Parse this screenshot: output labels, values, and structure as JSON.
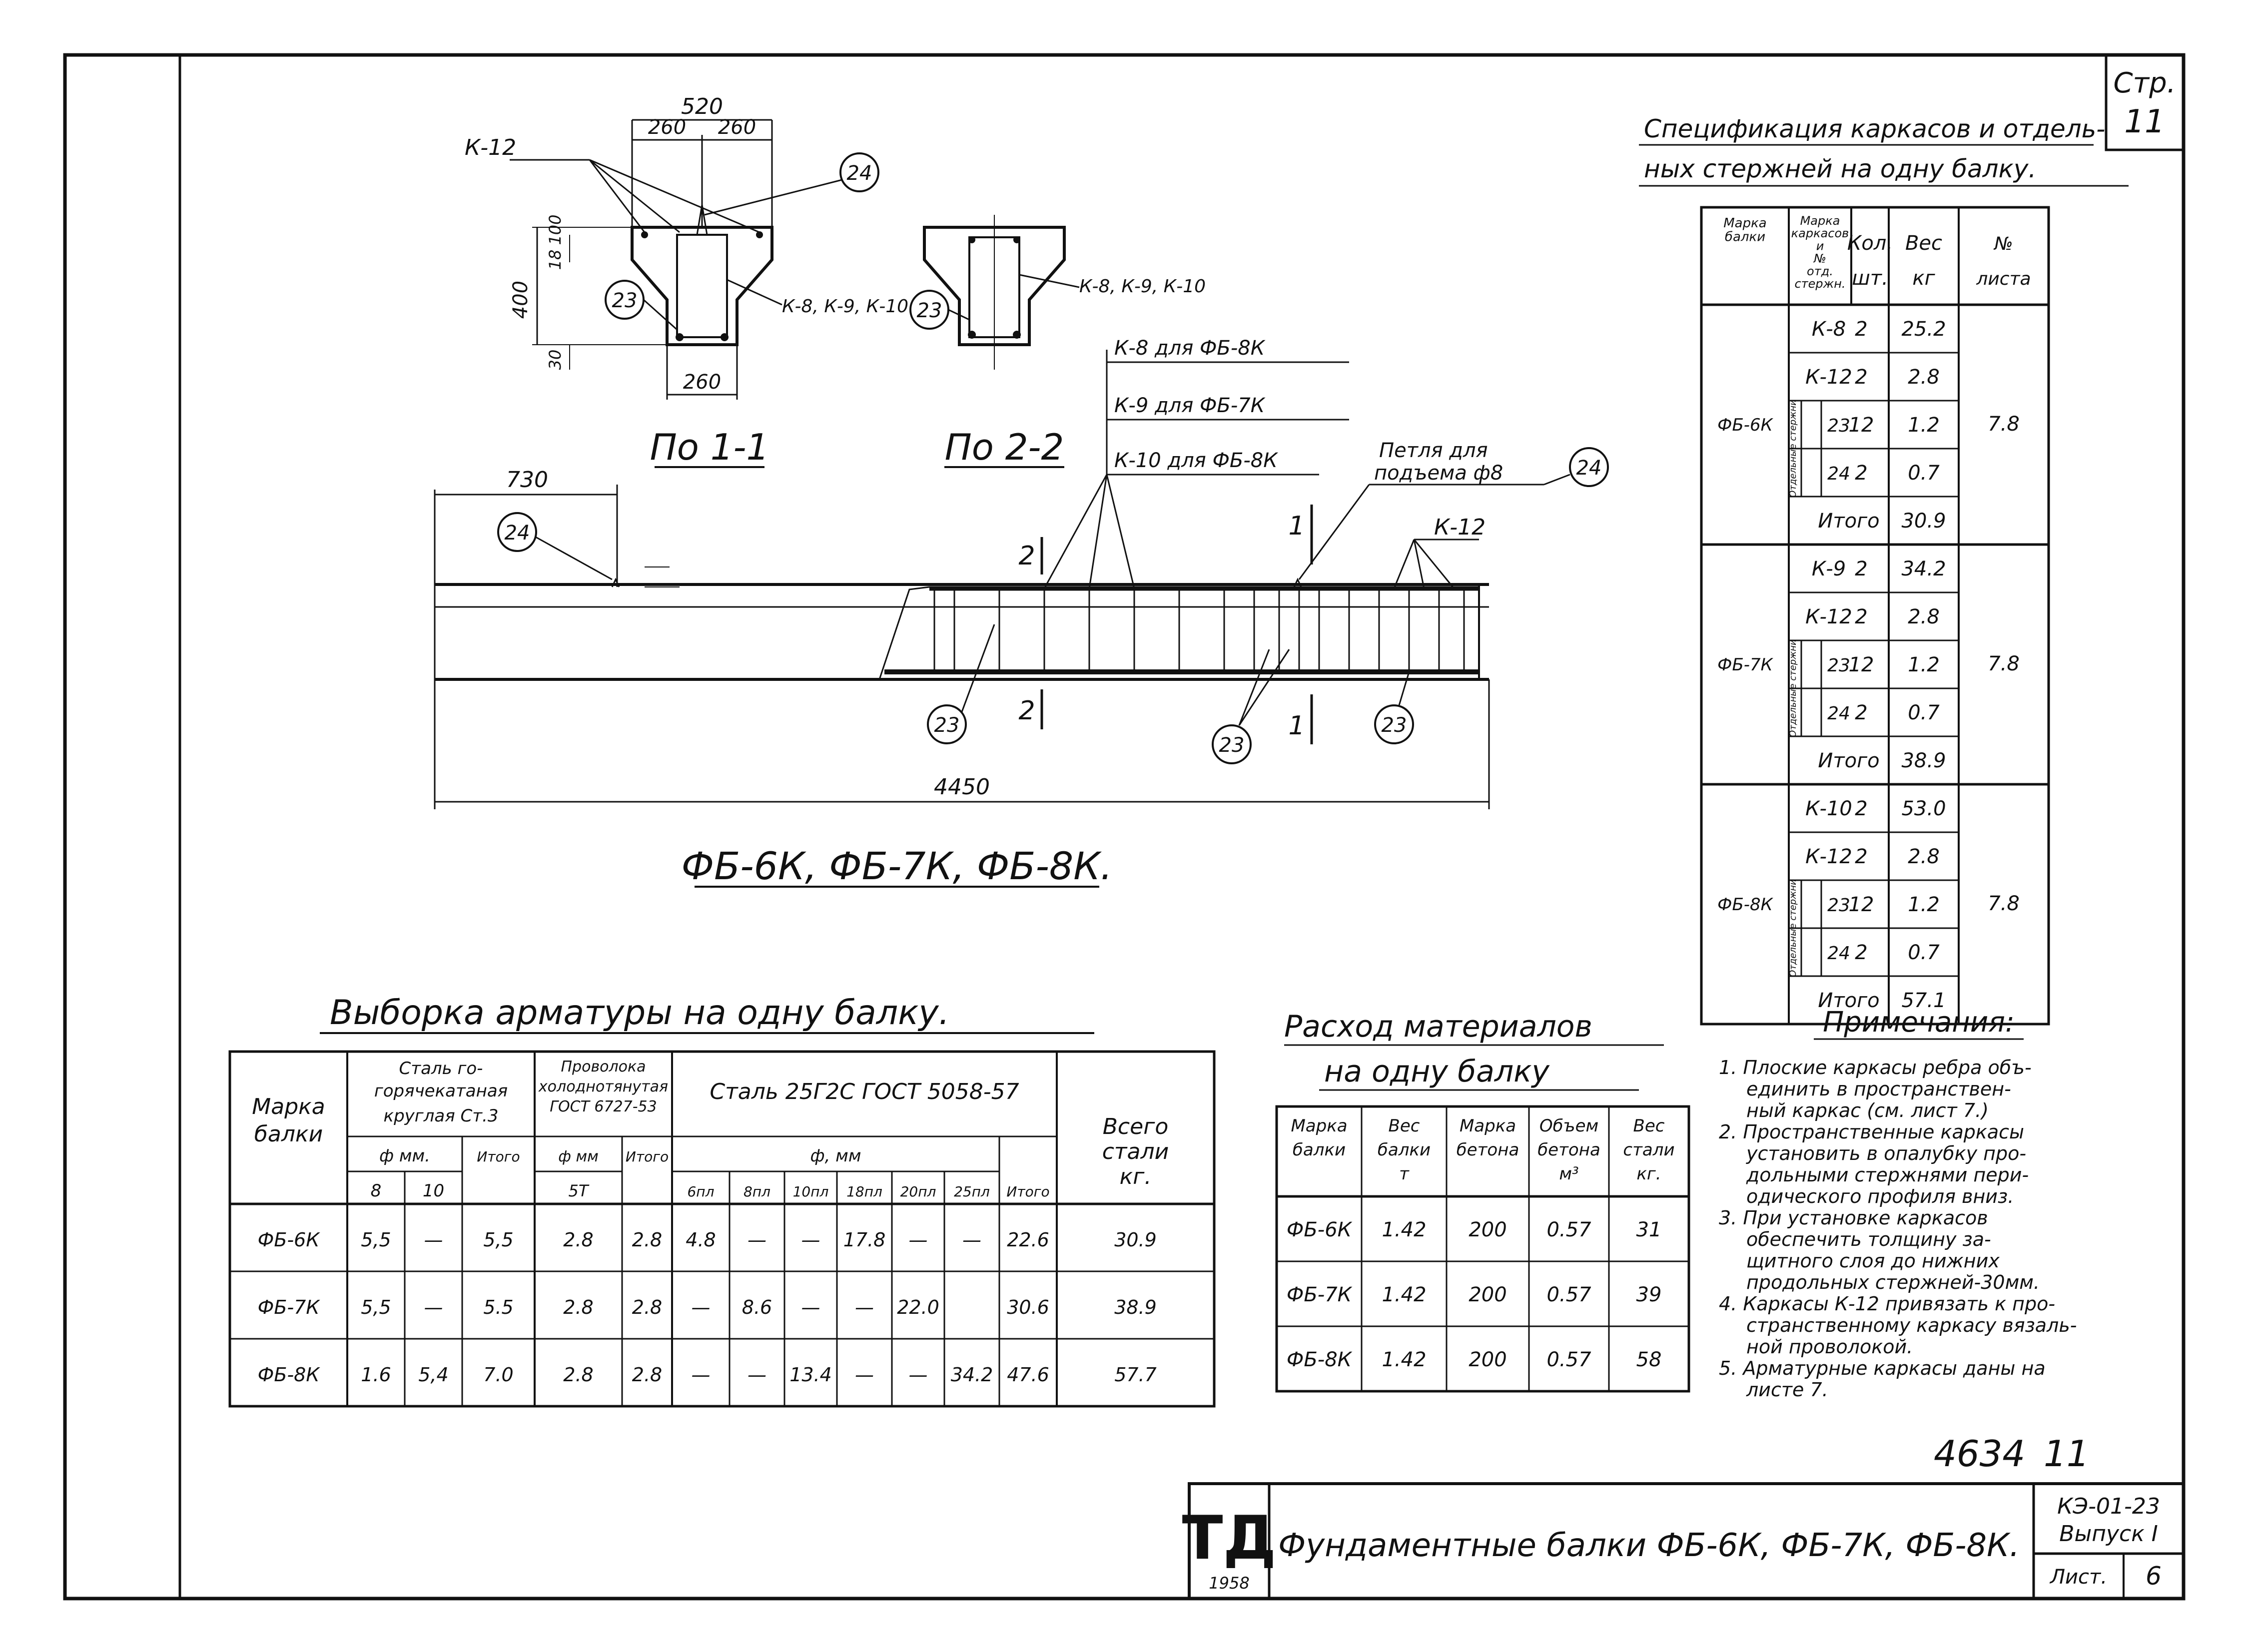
{
  "sheet_no": {
    "label": "Стр.",
    "value": "11"
  },
  "section_1": "По 1-1",
  "section_2": "По 2-2",
  "section_labels": {
    "top_width": "520",
    "half_left": "260",
    "half_right": "260",
    "bottom_width": "260",
    "height": "400",
    "dim_18": "18",
    "dim_100": "100",
    "dim_30": "30",
    "k12": "К-12",
    "k_group": "К-8, К-9, К-10",
    "k_group2": "К-8, К-9, К-10",
    "pos23": "23",
    "pos24": "24",
    "pos23b": "23"
  },
  "elevation": {
    "k8_note": "К-8 для ФБ-8К",
    "k9_note": "К-9 для ФБ-7К",
    "k10_note": "К-10 для ФБ-8К",
    "loop_note_1": "Петля для",
    "loop_note_2": "подъема ф8",
    "k12": "К-12",
    "dim_730": "730",
    "dim_4450": "4450",
    "cut1_a": "1",
    "cut1_b": "1",
    "cut2_a": "2",
    "cut2_b": "2",
    "pos24a": "24",
    "pos24b": "24",
    "pos23a": "23",
    "pos23b": "23",
    "pos23c": "23"
  },
  "title_beams": "ФБ-6К, ФБ-7К, ФБ-8К.",
  "spec": {
    "title_1": "Спецификация каркасов и отдель-",
    "title_2": "ных стержней на одну балку.",
    "headers": [
      "Марка балки",
      "Марка каркасов и № отд. стержн.",
      "Кол. шт.",
      "Вес кг",
      "№ листа"
    ],
    "side_label": "Отдельные стержни",
    "groups": [
      {
        "beam": "ФБ-6К",
        "sheet": "7.8",
        "rows": [
          [
            "К-8",
            "2",
            "25.2"
          ],
          [
            "К-12",
            "2",
            "2.8"
          ],
          [
            "23",
            "12",
            "1.2"
          ],
          [
            "24",
            "2",
            "0.7"
          ]
        ],
        "total_label": "Итого",
        "total": "30.9"
      },
      {
        "beam": "ФБ-7К",
        "sheet": "7.8",
        "rows": [
          [
            "К-9",
            "2",
            "34.2"
          ],
          [
            "К-12",
            "2",
            "2.8"
          ],
          [
            "23",
            "12",
            "1.2"
          ],
          [
            "24",
            "2",
            "0.7"
          ]
        ],
        "total_label": "Итого",
        "total": "38.9"
      },
      {
        "beam": "ФБ-8К",
        "sheet": "7.8",
        "rows": [
          [
            "К-10",
            "2",
            "53.0"
          ],
          [
            "К-12",
            "2",
            "2.8"
          ],
          [
            "23",
            "12",
            "1.2"
          ],
          [
            "24",
            "2",
            "0.7"
          ]
        ],
        "total_label": "Итого",
        "total": "57.1"
      }
    ]
  },
  "rebar": {
    "title": "Выборка арматуры на одну балку.",
    "h_mark": "Марка балки",
    "h_st3": "Сталь горячекатаная круглая Ст.3",
    "h_wire": "Проволока холоднотянутая ГОСТ 6727-53",
    "h_25g": "Сталь 25Г2С ГОСТ 5058-57",
    "h_total": "Всего стали кг.",
    "h_phi_mm": "ф мм.",
    "h_phi_mm2": "ф мм",
    "h_phi_mm3": "ф, мм",
    "h_itogo": "Итого",
    "sub_st3": [
      "8",
      "10"
    ],
    "sub_wire": "5Т",
    "sub_25g": [
      "6пл",
      "8пл",
      "10пл",
      "18пл",
      "20пл",
      "25пл"
    ],
    "rows": [
      [
        "ФБ-6К",
        "5,5",
        "—",
        "5,5",
        "2.8",
        "2.8",
        "4.8",
        "—",
        "—",
        "17.8",
        "—",
        "—",
        "22.6",
        "30.9"
      ],
      [
        "ФБ-7К",
        "5,5",
        "—",
        "5.5",
        "2.8",
        "2.8",
        "—",
        "8.6",
        "—",
        "—",
        "22.0",
        "",
        "30.6",
        "38.9"
      ],
      [
        "ФБ-8К",
        "1.6",
        "5,4",
        "7.0",
        "2.8",
        "2.8",
        "—",
        "—",
        "13.4",
        "—",
        "—",
        "34.2",
        "47.6",
        "57.7"
      ]
    ]
  },
  "materials": {
    "title_1": "Расход материалов",
    "title_2": "на одну балку",
    "headers": [
      "Марка балки",
      "Вес балки т",
      "Марка бетона",
      "Объем бетона м³",
      "Вес стали кг."
    ],
    "rows": [
      [
        "ФБ-6К",
        "1.42",
        "200",
        "0.57",
        "31"
      ],
      [
        "ФБ-7К",
        "1.42",
        "200",
        "0.57",
        "39"
      ],
      [
        "ФБ-8К",
        "1.42",
        "200",
        "0.57",
        "58"
      ]
    ]
  },
  "notes": {
    "title": "Примечания:",
    "lines": [
      "1. Плоские каркасы ребра объ-",
      "единить в пространствен-",
      "ный каркас (см. лист 7.)",
      "2. Пространственные каркасы",
      "установить в опалубку про-",
      "дольными стержнями пери-",
      "одического профиля вниз.",
      "3. При установке каркасов",
      "обеспечить толщину за-",
      "щитного слоя до нижних",
      "продольных стержней-30мм.",
      "4. Каркасы К-12 привязать к про-",
      "странственному каркасу вязаль-",
      "ной проволокой.",
      "5. Арматурные каркасы даны на",
      "листе 7."
    ]
  },
  "stamp": {
    "logo": "ТД",
    "year": "1958",
    "title": "Фундаментные балки ФБ-6К, ФБ-7К, ФБ-8К.",
    "series": "КЭ-01-23",
    "issue": "Выпуск I",
    "sheet_label": "Лист.",
    "sheet_value": "6",
    "doc_no": "4634",
    "doc_sheet": "11"
  }
}
